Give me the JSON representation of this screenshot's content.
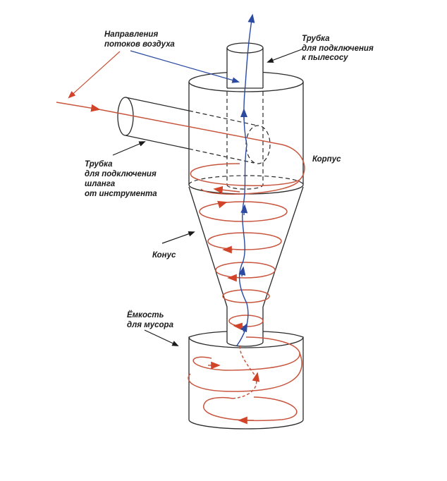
{
  "labels": {
    "air_flow": [
      "Направления",
      "потоков воздуха"
    ],
    "vacuum_pipe": [
      "Трубка",
      "для подключения",
      "к пылесосу"
    ],
    "inlet_pipe": [
      "Трубка",
      "для подключения",
      "шланга",
      "от инструмента"
    ],
    "body": "Корпус",
    "cone": "Конус",
    "bin": [
      "Ёмкость",
      "для мусора"
    ]
  },
  "colors": {
    "inflow": "#c8553d",
    "outflow": "#2b4aa0",
    "outline": "#2a2a2a"
  }
}
